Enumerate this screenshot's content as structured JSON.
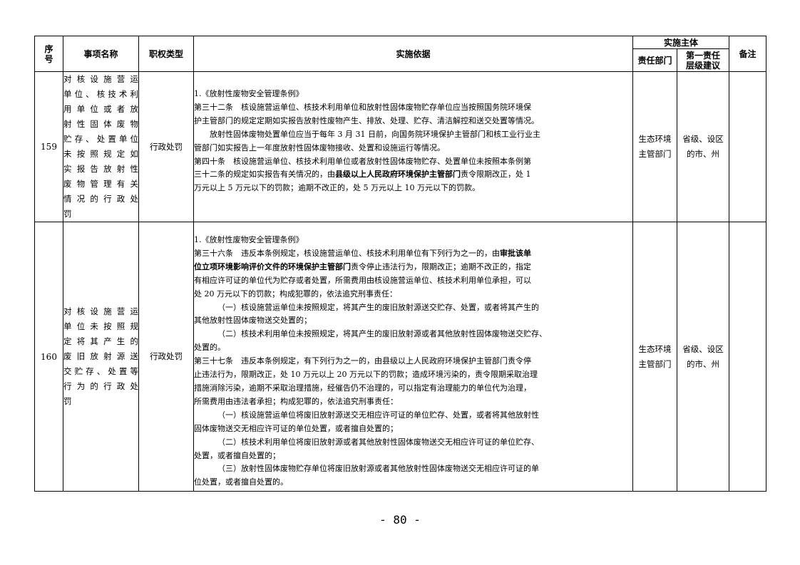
{
  "headers": {
    "no": [
      "序",
      "号"
    ],
    "name": "事项名称",
    "type": "职权类型",
    "basis": "实施依据",
    "subject": "实施主体",
    "dept": "责任部门",
    "level": [
      "第一责任",
      "层级建议"
    ],
    "remark": "备注"
  },
  "rows": [
    {
      "no": "159",
      "name_lines": [
        "对核设施营运",
        "单位、核技术利",
        "用单位或者放",
        "射性固体废物",
        "贮存、处置单位",
        "未按照规定如",
        "实报告放射性",
        "废物管理有关",
        "情况的行政处",
        "罚"
      ],
      "type": "行政处罚",
      "dept_lines": [
        "生态环境",
        "主管部门"
      ],
      "level_lines": [
        "省级、设区",
        "的市、州"
      ],
      "remark": "",
      "basis_lines": [
        {
          "t": "1.《放射性废物安全管理条例》"
        },
        {
          "t": "第三十二条　核设施营运单位、核技术利用单位和放射性固体废物贮存单位应当按照国务院环境保"
        },
        {
          "t": "护主管部门的规定定期如实报告放射性废物产生、排放、处理、贮存、清洁解控和送交处置等情况。"
        },
        {
          "t": "放射性固体废物处置单位应当于每年 3 月 31 日前，向国务院环境保护主管部门和核工业行业主",
          "i": 1
        },
        {
          "t": "管部门如实报告上一年度放射性固体废物接收、处置和设施运行等情况。"
        },
        {
          "t": "第四十条　核设施营运单位、核技术利用单位或者放射性固体废物贮存、处置单位未按照本条例第"
        },
        {
          "t": "三十二条的规定如实报告有关情况的，由",
          "b": "县级以上人民政府环境保护主管部门",
          "a": "责令限期改正，处 1"
        },
        {
          "t": "万元以上 5 万元以下的罚款；逾期不改正的，处 5 万元以上 10 万元以下的罚款。"
        }
      ]
    },
    {
      "no": "160",
      "name_lines": [
        "对核设施营运",
        "单位未按照规",
        "定将其产生的",
        "废旧放射源送",
        "交贮存、处置等",
        "行为的行政处",
        "罚"
      ],
      "type": "行政处罚",
      "dept_lines": [
        "生态环境",
        "主管部门"
      ],
      "level_lines": [
        "省级、设区",
        "的市、州"
      ],
      "remark": "",
      "basis_lines": [
        {
          "t": "1.《放射性废物安全管理条例》"
        },
        {
          "t": "第三十六条　违反本条例规定，核设施营运单位、核技术利用单位有下列行为之一的，由",
          "b": "审批该单"
        },
        {
          "t": "",
          "b": "位立项环境影响评价文件的环境保护主管部门",
          "a": "责令停止违法行为，限期改正；逾期不改正的，指定"
        },
        {
          "t": "有相应许可证的单位代为贮存或者处置，所需费用由核设施营运单位、核技术利用单位承担，可以"
        },
        {
          "t": "处 20 万元以下的罚款；构成犯罪的，依法追究刑事责任："
        },
        {
          "t": "（一）核设施营运单位未按照规定，将其产生的废旧放射源送交贮存、处置，或者将其产生的",
          "i": 2
        },
        {
          "t": "其他放射性固体废物送交处置的；"
        },
        {
          "t": "（二）核技术利用单位未按照规定，将其产生的废旧放射源或者其他放射性固体废物送交贮存、",
          "i": 2
        },
        {
          "t": "处置的。"
        },
        {
          "t": "第三十七条　违反本条例规定，有下列行为之一的，由县级以上人民政府环境保护主管部门责令停"
        },
        {
          "t": "止违法行为，限期改正，处 10 万元以上 20 万元以下的罚款；造成环境污染的，责令限期采取治理"
        },
        {
          "t": "措施消除污染，逾期不采取治理措施，经催告仍不治理的，可以指定有治理能力的单位代为治理，"
        },
        {
          "t": "所需费用由违法者承担；构成犯罪的，依法追究刑事责任："
        },
        {
          "t": "（一）核设施营运单位将废旧放射源送交无相应许可证的单位贮存、处置，或者将其他放射性",
          "i": 2
        },
        {
          "t": "固体废物送交无相应许可证的单位处置，或者擅自处置的；"
        },
        {
          "t": "（二）核技术利用单位将废旧放射源或者其他放射性固体废物送交无相应许可证的单位贮存、",
          "i": 2
        },
        {
          "t": "处置，或者擅自处置的；"
        },
        {
          "t": "（三）放射性固体废物贮存单位将废旧放射源或者其他放射性固体废物送交无相应许可证的单",
          "i": 2
        },
        {
          "t": "位处置，或者擅自处置的。"
        }
      ]
    }
  ],
  "footer": {
    "page_number": "- 80 -"
  }
}
